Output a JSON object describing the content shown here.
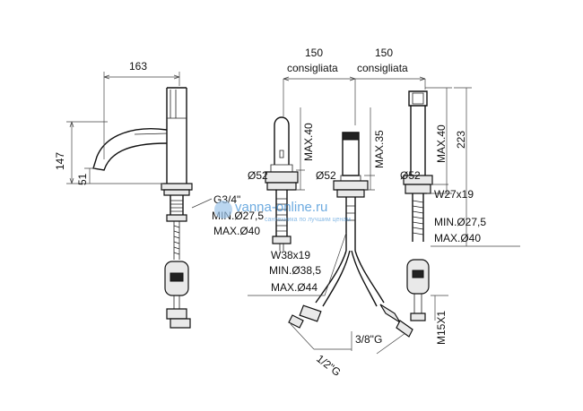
{
  "watermark": {
    "text": "vanna-online.ru",
    "subtext": "сантехника по лучшим ценам"
  },
  "spout": {
    "width_dim": "163",
    "height_dim": "147",
    "outlet_height_dim": "51",
    "thread": "G3/4\"",
    "min_hole": "MIN.Ø27,5",
    "max_hole": "MAX.Ø40"
  },
  "handle_1": {
    "spacing_dim": "150",
    "spacing_note": "consigliata",
    "base_dia": "Ø52",
    "max_deck": "MAX.40"
  },
  "handle_2": {
    "spacing_dim": "150",
    "spacing_note": "consigliata",
    "base_dia": "Ø52",
    "max_deck": "MAX.35",
    "thread": "W38x19",
    "min_hole": "MIN.Ø38,5",
    "max_hole": "MAX.Ø44",
    "inlet_hot": "1/2\"G",
    "inlet_out": "3/8\"G"
  },
  "handshower": {
    "base_dia": "Ø52",
    "max_deck": "MAX.40",
    "height_dim": "223",
    "thread": "W27x19",
    "min_hole": "MIN.Ø27,5",
    "max_hole": "MAX.Ø40",
    "hose_thread": "M15X1"
  }
}
